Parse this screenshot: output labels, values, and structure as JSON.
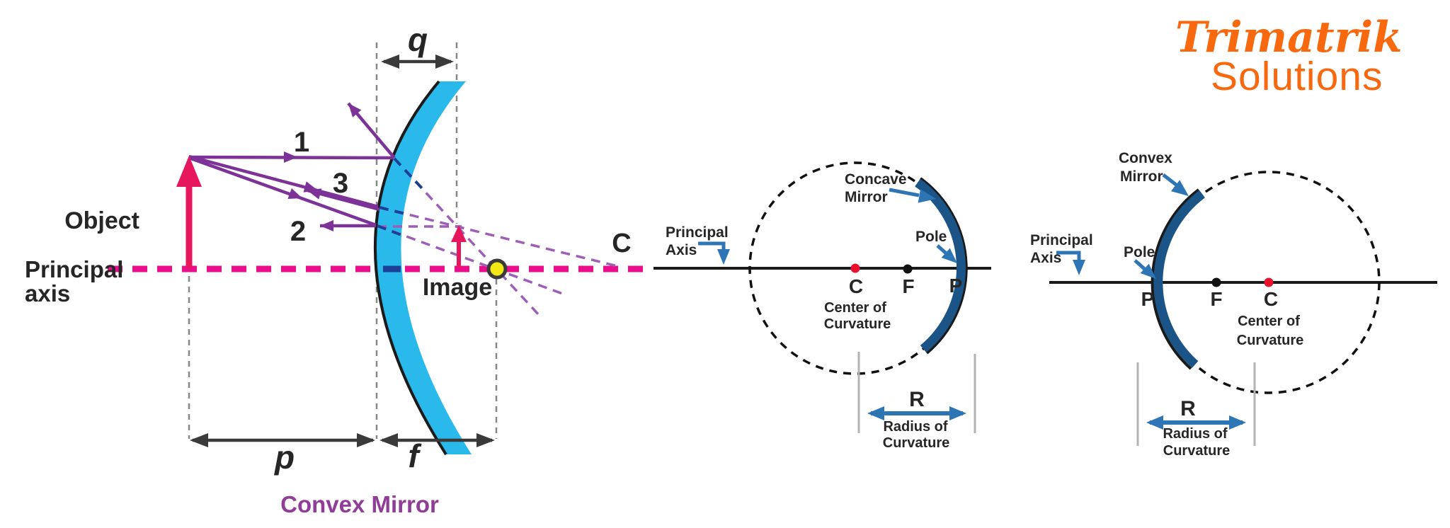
{
  "logo": {
    "brand": "Trimatrik",
    "subtitle": "Solutions"
  },
  "colors": {
    "magenta": "#EA0D8C",
    "object_pink": "#E6175C",
    "ray_purple": "#7C3297",
    "dash_purple": "#9C5FB5",
    "navy": "#1E3F96",
    "mirror_cyan": "#29B9EA",
    "mirror_blue": "#1B5486",
    "arrow_blue": "#2E75B5",
    "focus_yellow": "#F2E813",
    "dot_red": "#E8112D",
    "title_purple": "#8F3D97",
    "logo_orange": "#F8690F",
    "ink": "#262626",
    "dim_gray": "#3A3A3A"
  },
  "left": {
    "object": "Object",
    "principal_line1": "Principal",
    "principal_line2": "axis",
    "image": "Image",
    "center_c": "C",
    "ray1": "1",
    "ray2": "2",
    "ray3": "3",
    "dist_p": "p",
    "dist_q": "q",
    "dist_f": "f",
    "caption": "Convex Mirror"
  },
  "middle": {
    "mirror_line1": "Concave",
    "mirror_line2": "Mirror",
    "axis_line1": "Principal",
    "axis_line2": "Axis",
    "pole": "Pole",
    "c": "C",
    "f": "F",
    "p": "P",
    "center_line1": "Center of",
    "center_line2": "Curvature",
    "r": "R",
    "radius_line1": "Radius of",
    "radius_line2": "Curvature"
  },
  "right": {
    "mirror_line1": "Convex",
    "mirror_line2": "Mirror",
    "axis_line1": "Principal",
    "axis_line2": "Axis",
    "pole": "Pole",
    "c": "C",
    "f": "F",
    "p": "P",
    "center_line1": "Center of",
    "center_line2": "Curvature",
    "r": "R",
    "radius_line1": "Radius of",
    "radius_line2": "Curvature"
  }
}
